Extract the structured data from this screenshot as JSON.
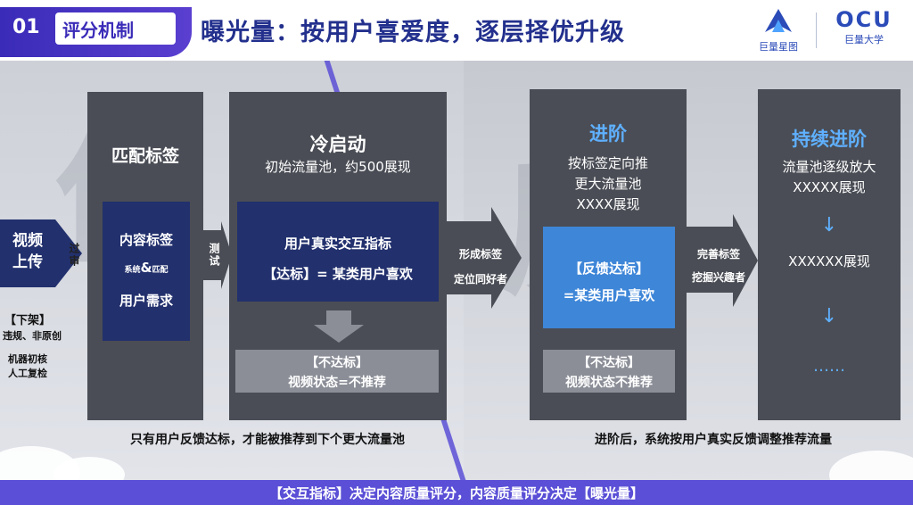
{
  "header": {
    "number": "01",
    "section": "评分机制",
    "title": "曝光量：按用户喜爱度，逐层择优升级",
    "logo1_text": "巨量星图",
    "logo2_mark": "OCU",
    "logo2_text": "巨量大学"
  },
  "watermark": {
    "left": "优",
    "right": "质"
  },
  "upload": {
    "title_line1": "视频",
    "title_line2": "上传",
    "arrow_label": "过审",
    "down_label": "【下架】",
    "down_reason": "违规、非原创",
    "machine": "机器初核",
    "manual": "人工复检"
  },
  "match": {
    "title": "匹配标签",
    "inner_line1": "内容标签",
    "inner_small": "系统",
    "inner_amp": "&",
    "inner_small2": "匹配",
    "inner_line2": "用户需求",
    "arrow_label": "测试"
  },
  "cold": {
    "title": "冷启动",
    "subtitle": "初始流量池，约500展现",
    "inner_line1": "用户真实交互指标",
    "inner_line2": "【达标】= 某类用户喜欢",
    "fail_line1": "【不达标】",
    "fail_line2": "视频状态=不推荐",
    "arrow_label1": "形成标签",
    "arrow_label2": "定位同好者"
  },
  "advance": {
    "title": "进阶",
    "line1": "按标签定向推",
    "line2": "更大流量池",
    "line3": "XXXX展现",
    "inner_line1": "【反馈达标】",
    "inner_line2": "=某类用户喜欢",
    "fail_line1": "【不达标】",
    "fail_line2": "视频状态不推荐",
    "arrow_label1": "完善标签",
    "arrow_label2": "挖掘兴趣者"
  },
  "continue": {
    "title": "持续进阶",
    "line1": "流量池逐级放大",
    "line2": "XXXXX展现",
    "down_arrow": "↓",
    "line3": "XXXXXX展现",
    "dots": "……"
  },
  "captions": {
    "left": "只有用户反馈达标，才能被推荐到下个更大流量池",
    "right": "进阶后，系统按用户真实反馈调整推荐流量"
  },
  "footer": "【交互指标】决定内容质量评分，内容质量评分决定【曝光量】",
  "colors": {
    "brand": "#3a2bb8",
    "navy": "#22306d",
    "panel": "#4a4d55",
    "accent_blue": "#3e86d8",
    "footer": "#5a4fd6"
  }
}
